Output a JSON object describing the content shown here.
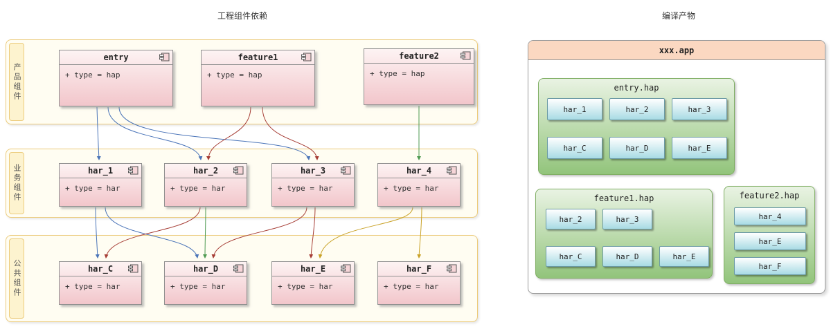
{
  "left": {
    "title": "工程组件依赖",
    "bands": [
      {
        "label": "产品组件",
        "components": [
          {
            "name": "entry",
            "type": "+ type = hap"
          },
          {
            "name": "feature1",
            "type": "+ type = hap"
          },
          {
            "name": "feature2",
            "type": "+ type = hap"
          }
        ]
      },
      {
        "label": "业务组件",
        "components": [
          {
            "name": "har_1",
            "type": "+ type = har"
          },
          {
            "name": "har_2",
            "type": "+ type = har"
          },
          {
            "name": "har_3",
            "type": "+ type = har"
          },
          {
            "name": "har_4",
            "type": "+ type = har"
          }
        ]
      },
      {
        "label": "公共组件",
        "components": [
          {
            "name": "har_C",
            "type": "+ type = har"
          },
          {
            "name": "har_D",
            "type": "+ type = har"
          },
          {
            "name": "har_E",
            "type": "+ type = har"
          },
          {
            "name": "har_F",
            "type": "+ type = har"
          }
        ]
      }
    ],
    "edges": [
      {
        "from": "entry",
        "to": "har_1",
        "color": "blue"
      },
      {
        "from": "entry",
        "to": "har_2",
        "color": "blue"
      },
      {
        "from": "entry",
        "to": "har_3",
        "color": "blue"
      },
      {
        "from": "feature1",
        "to": "har_2",
        "color": "red"
      },
      {
        "from": "feature1",
        "to": "har_3",
        "color": "red"
      },
      {
        "from": "feature2",
        "to": "har_4",
        "color": "green"
      },
      {
        "from": "har_1",
        "to": "har_C",
        "color": "blue"
      },
      {
        "from": "har_1",
        "to": "har_D",
        "color": "blue"
      },
      {
        "from": "har_2",
        "to": "har_C",
        "color": "red"
      },
      {
        "from": "har_2",
        "to": "har_D",
        "color": "green"
      },
      {
        "from": "har_3",
        "to": "har_D",
        "color": "red"
      },
      {
        "from": "har_3",
        "to": "har_E",
        "color": "red"
      },
      {
        "from": "har_4",
        "to": "har_E",
        "color": "yellow"
      },
      {
        "from": "har_4",
        "to": "har_F",
        "color": "yellow"
      }
    ]
  },
  "right": {
    "title": "编译产物",
    "app": {
      "name": "xxx.app",
      "groups": [
        {
          "name": "entry.hap",
          "rows": [
            [
              "har_1",
              "har_2",
              "har_3"
            ],
            [
              "har_C",
              "har_D",
              "har_E"
            ]
          ]
        },
        {
          "name": "feature1.hap",
          "rows": [
            [
              "har_2",
              "har_3"
            ],
            [
              "har_C",
              "har_D",
              "har_E"
            ]
          ]
        },
        {
          "name": "feature2.hap",
          "rows": [
            [
              "har_4"
            ],
            [
              "har_E"
            ],
            [
              "har_F"
            ]
          ]
        }
      ]
    }
  },
  "colors": {
    "band_border": "#eccb7b",
    "band_fill": "#fffdf2",
    "component_fill": "#f2c6cb",
    "app_header": "#fbd8c1",
    "hap_fill": "#92c47b",
    "har_chip": "#a8dbe4",
    "edge_blue": "#4a74b8",
    "edge_red": "#a63d35",
    "edge_green": "#4e9a51",
    "edge_yellow": "#c9a227"
  }
}
